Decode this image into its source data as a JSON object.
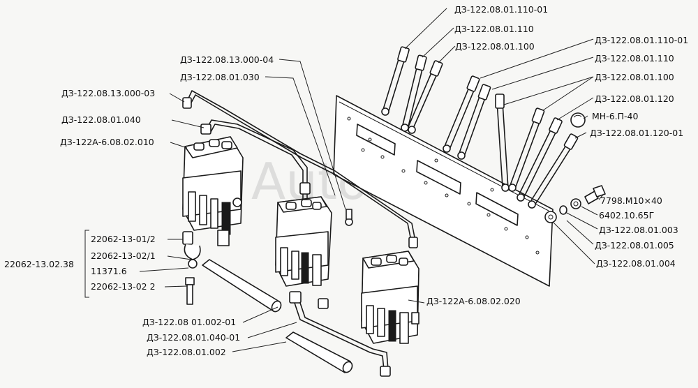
{
  "labels": {
    "top_110_01": "ДЗ-122.08.01.110-01",
    "top_110": "ДЗ-122.08.01.110",
    "top_100": "ДЗ-122.08.01.100",
    "r_110_01": "ДЗ-122.08.01.110-01",
    "r_110": "ДЗ-122.08.01.110",
    "r_100": "ДЗ-122.08.01.100",
    "r_120": "ДЗ-122.08.01.120",
    "r_mn": "МН-6.П-40",
    "r_120_01": "ДЗ-122.08.01.120-01",
    "r_bolt": "7798.М10×40",
    "r_washer": "6402.10.65Г",
    "r_003": "ДЗ-122.08.01.003",
    "r_005": "ДЗ-122.08.01.005",
    "r_004": "ДЗ-122.08.01.004",
    "l_13000_04": "ДЗ-122.08.13.000-04",
    "l_030": "ДЗ-122.08.01.030",
    "l_13000_03": "ДЗ-122.08.13.000-03",
    "l_040": "ДЗ-122.08.01.040",
    "l_010": "ДЗ-122А-6.08.02.010",
    "k_0112": "22062-13-01/2",
    "k_021": "22062-13-02/1",
    "k_11371": "11371.6",
    "k_02_2": "22062-13-02 2",
    "k_group": "22062-13.02.38",
    "b_002_01": "ДЗ-122.08 01.002-01",
    "b_040_01": "ДЗ-122.08.01.040-01",
    "b_002": "ДЗ-122.08.01.002",
    "m_020": "ДЗ-122А-6.08.02.020",
    "watermark": "AutoSoft"
  }
}
